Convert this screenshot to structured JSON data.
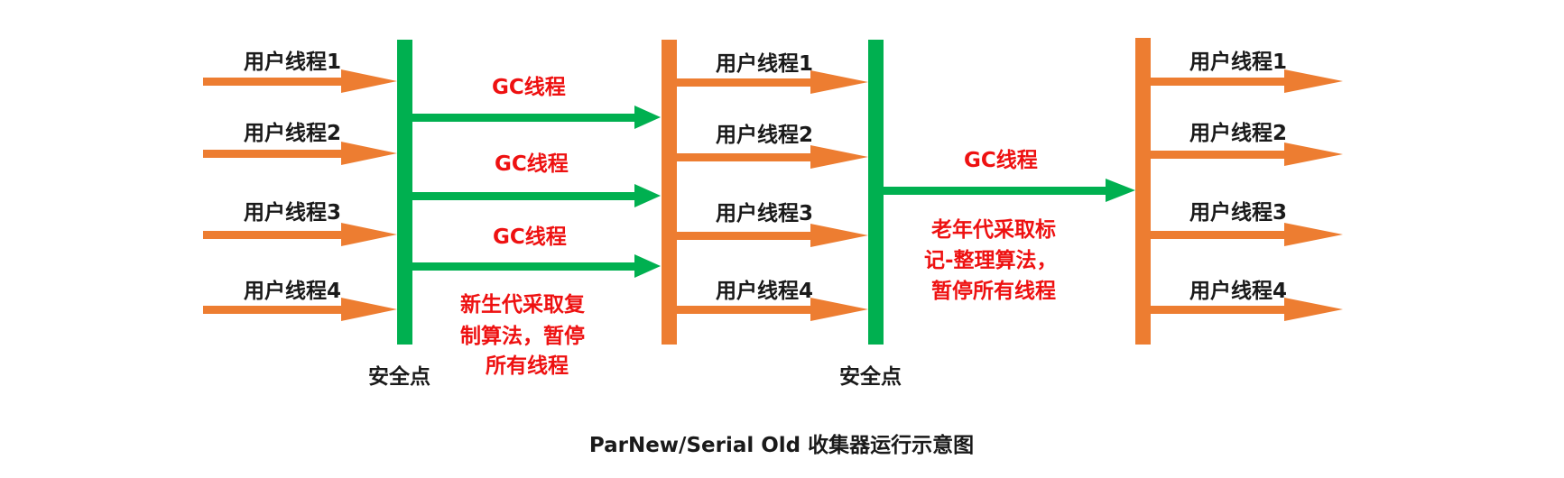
{
  "colors": {
    "user_thread": "#ed7d31",
    "gc_thread": "#00b050",
    "annotation": "#ee1111",
    "text": "#1a1a1a"
  },
  "phase1": {
    "safepoint_label": "安全点",
    "user_threads": [
      "用户线程1",
      "用户线程2",
      "用户线程3",
      "用户线程4"
    ],
    "gc_threads": [
      "GC线程",
      "GC线程",
      "GC线程"
    ],
    "note_lines": [
      "新生代采取复",
      "制算法，暂停",
      "所有线程"
    ]
  },
  "phase2": {
    "user_threads": [
      "用户线程1",
      "用户线程2",
      "用户线程3",
      "用户线程4"
    ],
    "safepoint_label": "安全点",
    "gc_thread": "GC线程",
    "note_lines": [
      "老年代采取标",
      "记-整理算法，",
      "暂停所有线程"
    ]
  },
  "phase3": {
    "user_threads": [
      "用户线程1",
      "用户线程2",
      "用户线程3",
      "用户线程4"
    ]
  },
  "caption": "ParNew/Serial Old 收集器运行示意图"
}
